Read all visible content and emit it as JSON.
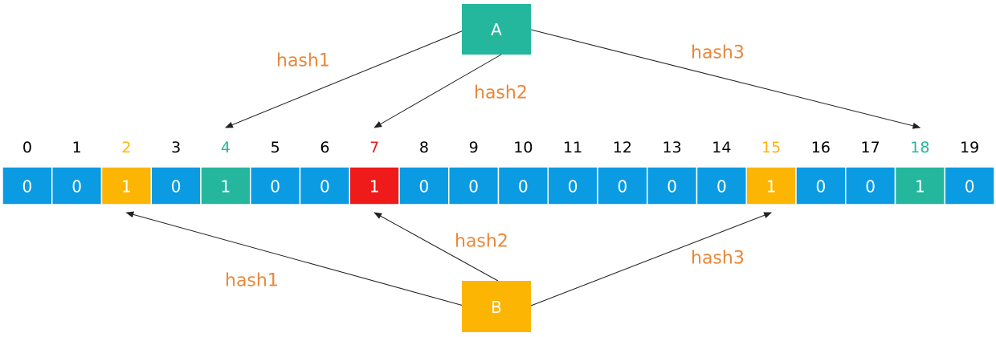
{
  "colors": {
    "default_cell": "#0a9be3",
    "cell_border": "#ffffff",
    "index_default": "#000000",
    "hash_label": "#e8883a",
    "element_A": "#25b79d",
    "element_B": "#fdb503",
    "overlap": "#ef1a1a"
  },
  "bits": [
    {
      "index": "0",
      "value": "0",
      "color": "#0a9be3",
      "index_color": "#000000"
    },
    {
      "index": "1",
      "value": "0",
      "color": "#0a9be3",
      "index_color": "#000000"
    },
    {
      "index": "2",
      "value": "1",
      "color": "#fdb503",
      "index_color": "#fdb503"
    },
    {
      "index": "3",
      "value": "0",
      "color": "#0a9be3",
      "index_color": "#000000"
    },
    {
      "index": "4",
      "value": "1",
      "color": "#25b79d",
      "index_color": "#25b79d"
    },
    {
      "index": "5",
      "value": "0",
      "color": "#0a9be3",
      "index_color": "#000000"
    },
    {
      "index": "6",
      "value": "0",
      "color": "#0a9be3",
      "index_color": "#000000"
    },
    {
      "index": "7",
      "value": "1",
      "color": "#ef1a1a",
      "index_color": "#ef1a1a"
    },
    {
      "index": "8",
      "value": "0",
      "color": "#0a9be3",
      "index_color": "#000000"
    },
    {
      "index": "9",
      "value": "0",
      "color": "#0a9be3",
      "index_color": "#000000"
    },
    {
      "index": "10",
      "value": "0",
      "color": "#0a9be3",
      "index_color": "#000000"
    },
    {
      "index": "11",
      "value": "0",
      "color": "#0a9be3",
      "index_color": "#000000"
    },
    {
      "index": "12",
      "value": "0",
      "color": "#0a9be3",
      "index_color": "#000000"
    },
    {
      "index": "13",
      "value": "0",
      "color": "#0a9be3",
      "index_color": "#000000"
    },
    {
      "index": "14",
      "value": "0",
      "color": "#0a9be3",
      "index_color": "#000000"
    },
    {
      "index": "15",
      "value": "1",
      "color": "#fdb503",
      "index_color": "#fdb503"
    },
    {
      "index": "16",
      "value": "0",
      "color": "#0a9be3",
      "index_color": "#000000"
    },
    {
      "index": "17",
      "value": "0",
      "color": "#0a9be3",
      "index_color": "#000000"
    },
    {
      "index": "18",
      "value": "1",
      "color": "#25b79d",
      "index_color": "#25b79d"
    },
    {
      "index": "19",
      "value": "0",
      "color": "#0a9be3",
      "index_color": "#000000"
    }
  ],
  "elements": [
    {
      "id": "a",
      "label": "A",
      "color": "#25b79d",
      "edges": [
        {
          "name": "hash1",
          "label": "hash1",
          "target_bit": 4
        },
        {
          "name": "hash2",
          "label": "hash2",
          "target_bit": 7
        },
        {
          "name": "hash3",
          "label": "hash3",
          "target_bit": 18
        }
      ]
    },
    {
      "id": "b",
      "label": "B",
      "color": "#fdb503",
      "edges": [
        {
          "name": "hash1",
          "label": "hash1",
          "target_bit": 2
        },
        {
          "name": "hash2",
          "label": "hash2",
          "target_bit": 7
        },
        {
          "name": "hash3",
          "label": "hash3",
          "target_bit": 15
        }
      ]
    }
  ]
}
